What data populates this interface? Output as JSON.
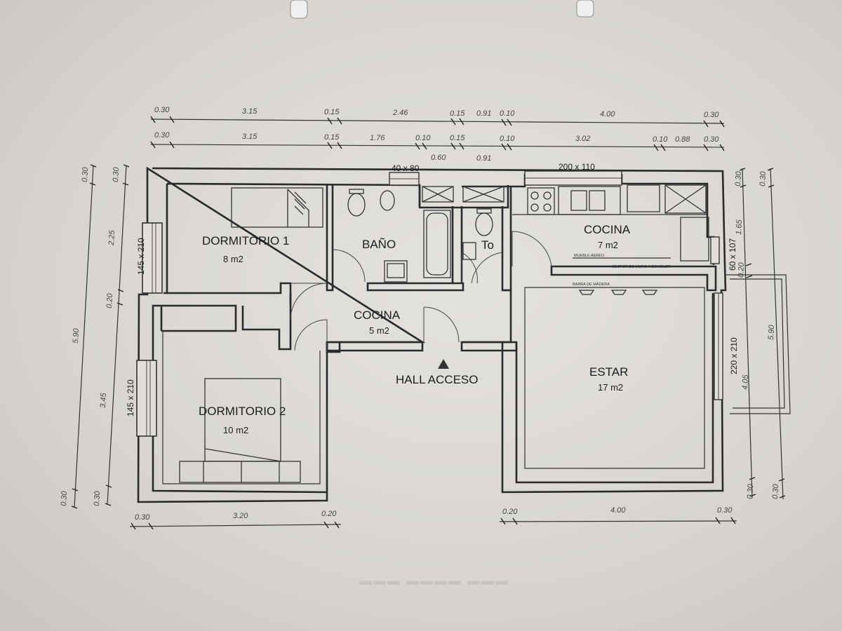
{
  "rooms": {
    "dormitorio1": {
      "name": "DORMITORIO 1",
      "area": "8  m2"
    },
    "bano": {
      "name": "BAÑO"
    },
    "toilette": {
      "name": "To"
    },
    "cocina_top": {
      "name": "COCINA",
      "area": "7 m2"
    },
    "cocina_mid": {
      "name": "COCINA",
      "area": "5 m2"
    },
    "hall": {
      "name": "HALL ACCESO"
    },
    "dormitorio2": {
      "name": "DORMITORIO 2",
      "area": "10 m2"
    },
    "estar": {
      "name": "ESTAR",
      "area": "17 m2"
    }
  },
  "openings": {
    "window_bano": "40 x 80",
    "window_cocina": "200 x 110",
    "window_dorm1": "145 x 210",
    "window_dorm2": "145 x 210",
    "door_cocina_side": "60 x 107",
    "door_estar": "220 x 210"
  },
  "notes": {
    "mueble_aereo": "MUEBLE AEREO",
    "sector_muro": "SECTOR DE MURO A DEMOLER",
    "barra": "BARRA DE MADERA"
  },
  "dimensions": {
    "top_row1": [
      "0.30",
      "3.15",
      "0.15",
      "2.46",
      "0.15",
      "0.91",
      "0.10",
      "4.00",
      "0.30"
    ],
    "top_row2": [
      "0.30",
      "3.15",
      "0.15",
      "1.76",
      "0.10",
      "0.15",
      "0.10",
      "3.02",
      "0.10",
      "0.88",
      "0.30"
    ],
    "top_row2_below": [
      "0.60",
      "0.91"
    ],
    "left_outer": [
      "0.30",
      "5.90",
      "0.30"
    ],
    "left_inner": [
      "0.30",
      "2.25",
      "0.20",
      "3.45",
      "0.30"
    ],
    "right_inner": [
      "0.30",
      "1.65",
      "0.20",
      "4.05",
      "0.30"
    ],
    "right_outer": [
      "0.30",
      "5.90",
      "0.30"
    ],
    "bottom_left": [
      "0.30",
      "3.20",
      "0.20"
    ],
    "bottom_right": [
      "0.20",
      "4.00",
      "0.30"
    ]
  }
}
